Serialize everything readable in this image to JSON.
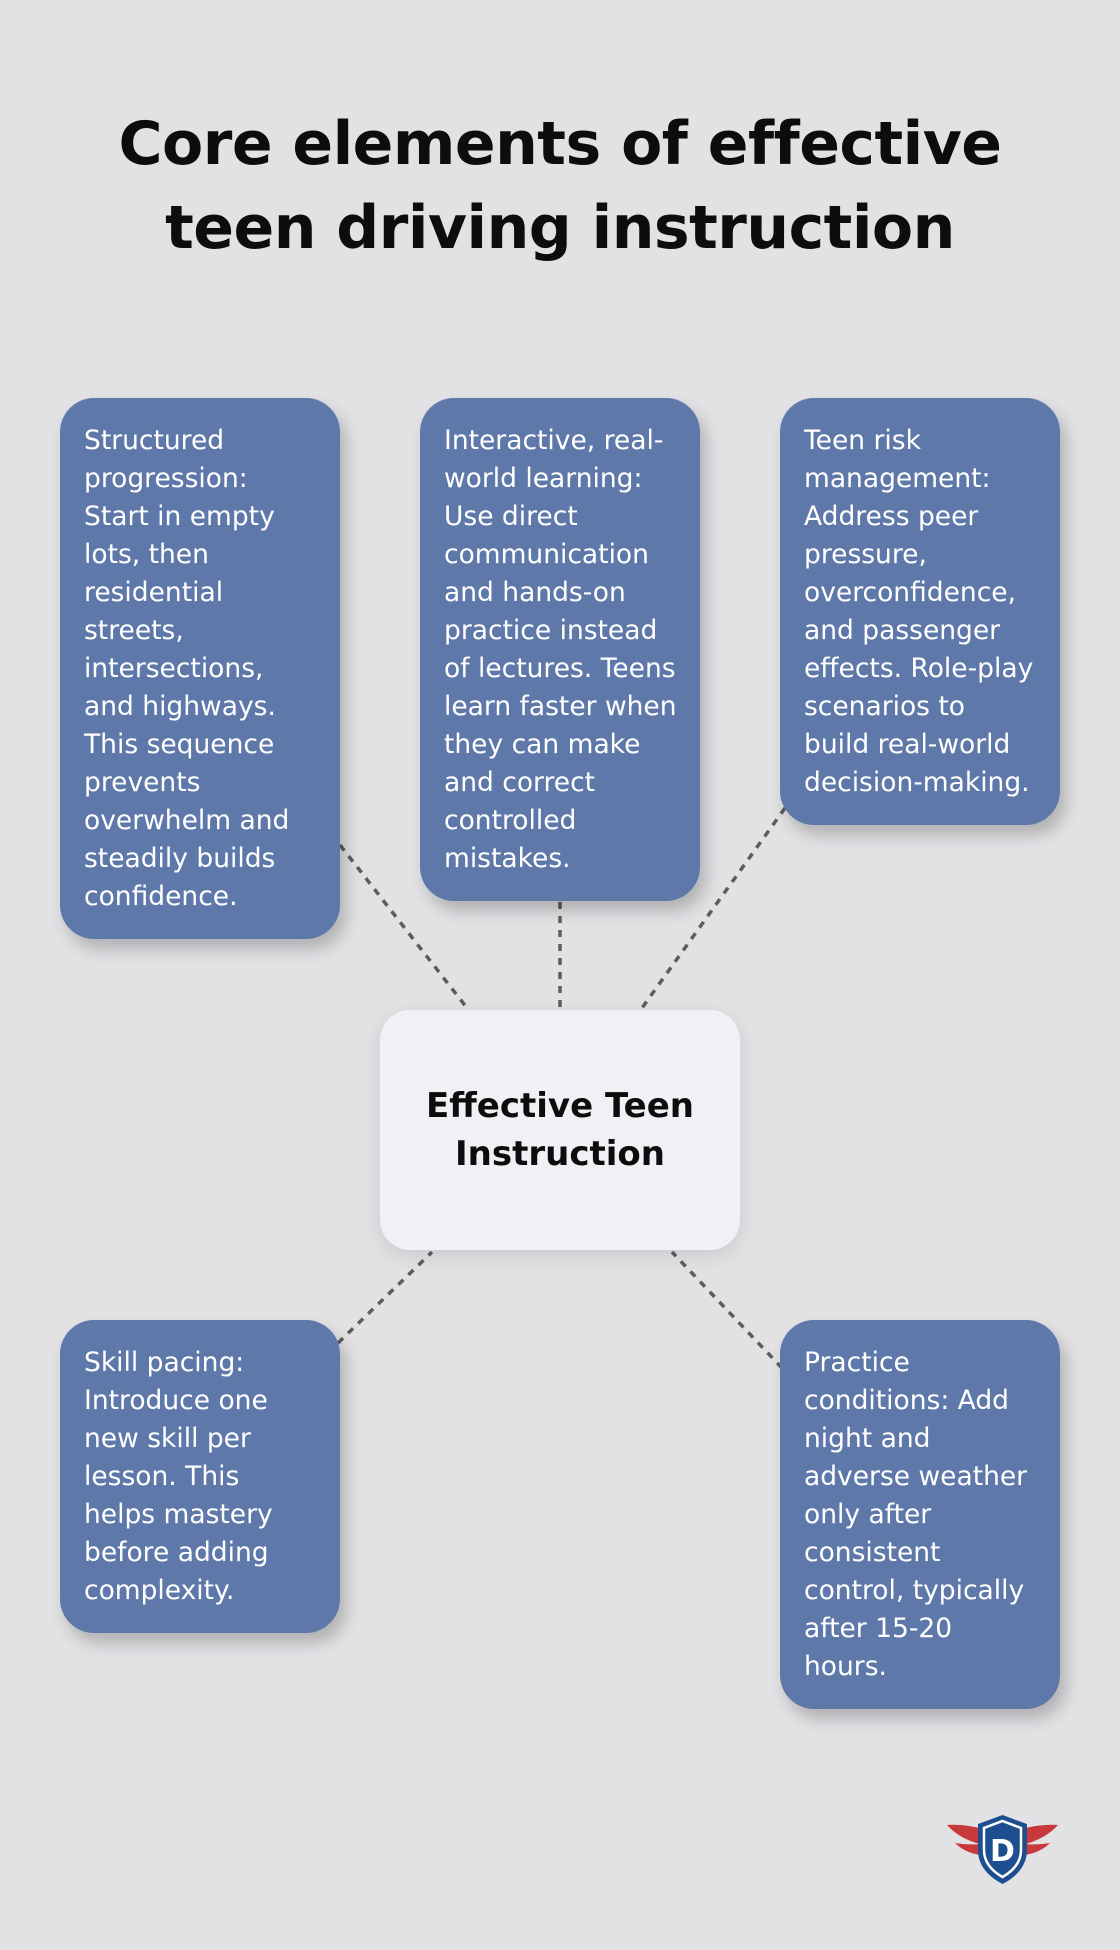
{
  "title": "Core elements of effective teen driving instruction",
  "center": {
    "label": "Effective Teen Instruction"
  },
  "nodes": [
    {
      "id": "structured-progression",
      "text": "Structured progression: Start in empty lots, then residential streets, intersections, and highways. This sequence prevents overwhelm and steadily builds confidence."
    },
    {
      "id": "interactive-learning",
      "text": "Interactive, real-world learning: Use direct communication and hands-on practice instead of lectures. Teens learn faster when they can make and correct controlled mistakes."
    },
    {
      "id": "teen-risk-management",
      "text": "Teen risk management: Address peer pressure, overconfidence, and passenger effects. Role-play scenarios to build real-world decision-making."
    },
    {
      "id": "skill-pacing",
      "text": "Skill pacing: Introduce one new skill per lesson. This helps mastery before adding complexity."
    },
    {
      "id": "practice-conditions",
      "text": "Practice conditions: Add night and adverse weather only after consistent control, typically after 15-20 hours."
    }
  ],
  "colors": {
    "background": "#e2e2e5",
    "node_fill": "#5f78aa",
    "center_fill": "#f0f0f5",
    "connector": "#5d5d60",
    "logo_shield": "#1d4e8f",
    "logo_wings": "#c8393b"
  },
  "logo": {
    "icon": "shield-wings-logo",
    "letter": "D"
  }
}
